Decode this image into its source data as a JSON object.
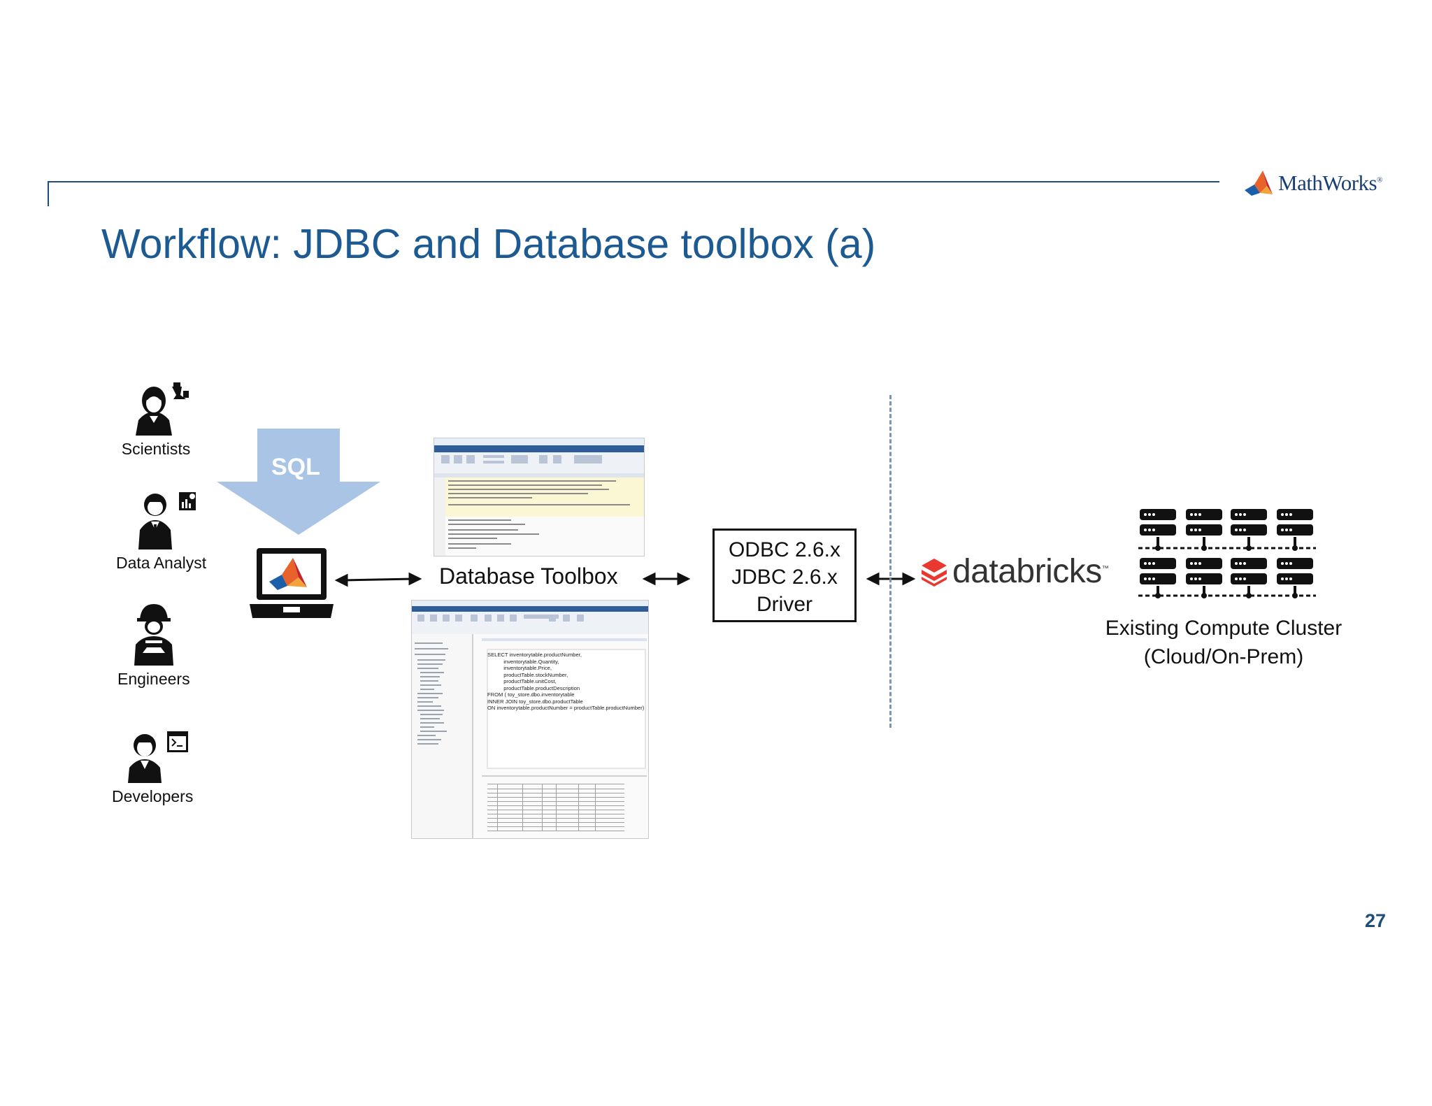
{
  "header": {
    "logo_text": "MathWorks",
    "logo_reg": "®",
    "title": "Workflow: JDBC and Database toolbox (a)",
    "page_number": "27"
  },
  "personas": [
    {
      "label": "Scientists",
      "icon": "scientist-icon"
    },
    {
      "label": "Data Analyst",
      "icon": "data-analyst-icon"
    },
    {
      "label": "Engineers",
      "icon": "engineer-icon"
    },
    {
      "label": "Developers",
      "icon": "developer-icon"
    }
  ],
  "sql_arrow_label": "SQL",
  "toolbox_label": "Database Toolbox",
  "driver": {
    "line1": "ODBC 2.6.x",
    "line2": "JDBC 2.6.x",
    "line3": "Driver"
  },
  "databricks": {
    "name": "databricks",
    "tm": "™"
  },
  "cluster": {
    "line1": "Existing Compute Cluster",
    "line2": "(Cloud/On-Prem)"
  },
  "database_explorer": {
    "sql_query": "SELECT inventorytable.productNumber,\n           inventorytable.Quantity,\n           inventorytable.Price,\n           productTable.stockNumber,\n           productTable.unitCost,\n           productTable.productDescription\nFROM ( toy_store.dbo.inventorytable\nINNER JOIN toy_store.dbo.productTable\nON inventorytable.productNumber = productTable.productNumber)"
  },
  "colors": {
    "title_blue": "#1c5a91",
    "rule_blue": "#1d4e7a",
    "sql_arrow": "#a9c4e4",
    "databricks_red": "#e8382f",
    "separator": "#7d93b4"
  }
}
